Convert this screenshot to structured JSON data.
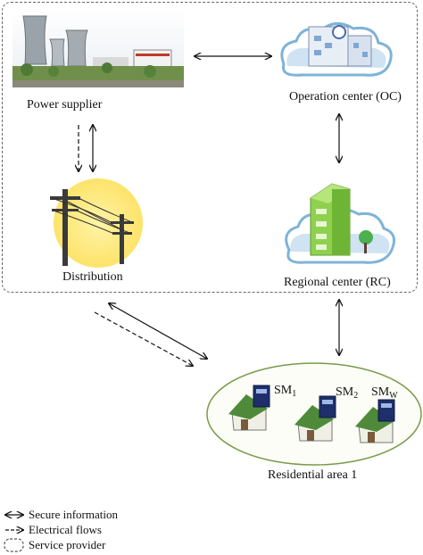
{
  "nodes": {
    "power_supplier": "Power supplier",
    "operation_center": "Operation center (OC)",
    "distribution": "Distribution",
    "regional_center": "Regional center (RC)",
    "residential_area": "Residential area 1"
  },
  "smart_meters": [
    {
      "base": "SM",
      "sub": "1"
    },
    {
      "base": "SM",
      "sub": "2"
    },
    {
      "base": "SM",
      "sub": "W"
    }
  ],
  "legend": {
    "secure": "Secure information",
    "electrical": "Electrical flows",
    "provider": "Service provider"
  },
  "colors": {
    "building_green": "#8fd14f",
    "cloud_blue": "#a9cfe9",
    "house_roof": "#4f8a3a",
    "meter_blue": "#1f2f6b",
    "ellipse_fill": "#fbfdf6",
    "ellipse_stroke": "#7a9a4a"
  }
}
